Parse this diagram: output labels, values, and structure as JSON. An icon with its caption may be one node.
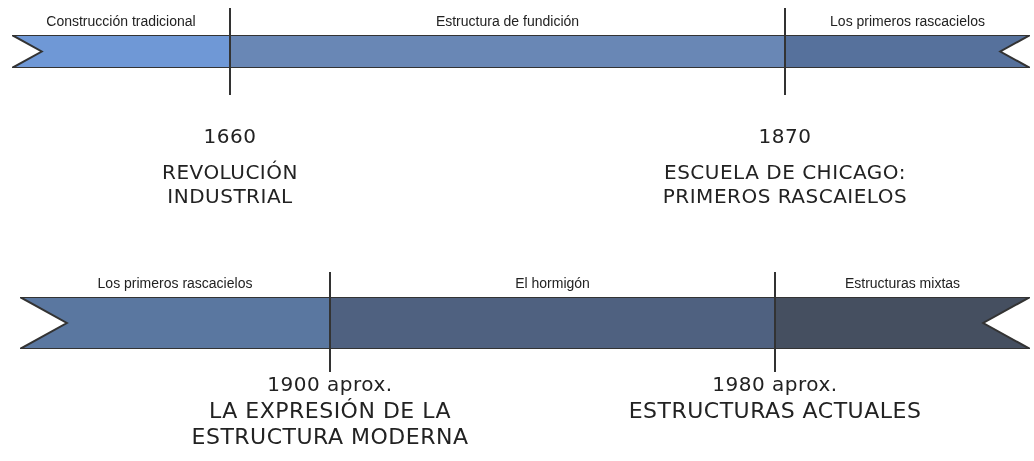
{
  "diagram": {
    "nodes": [
      {
        "text": [
          "Construcción  tradicional"
        ]
      },
      {
        "text": [
          "Estructura de fundición"
        ]
      },
      {
        "text": [
          "Los primeros rascacielos"
        ]
      },
      {
        "text": [
          "Los primeros rascacielos"
        ]
      },
      {
        "text": [
          "El hormigón"
        ]
      },
      {
        "text": [
          "Estructuras mixtas"
        ]
      }
    ],
    "labels": [
      "1660",
      "REVOLUCIÓN INDUSTRIAL",
      "1870",
      "ESCUELA DE CHICAGO: PRIMEROS RASCAIELOS",
      "1900 aprox.",
      "LA EXPRESIÓN DE LA ESTRUCTURA MODERNA",
      "1980 aprox.",
      "ESTRUCTURAS ACTUALES"
    ]
  }
}
